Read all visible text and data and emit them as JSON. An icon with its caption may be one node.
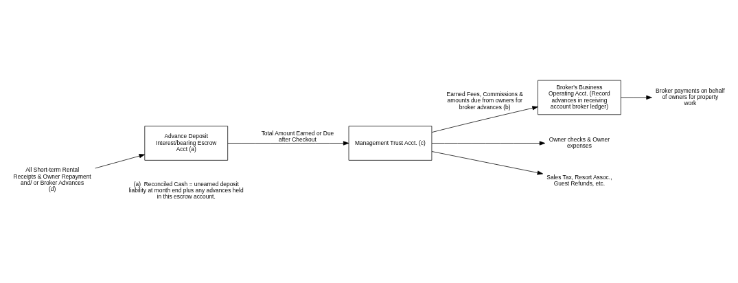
{
  "diagram": {
    "nodes": [
      {
        "text": [
          "Advance Deposit Interest/bearing Escrow Acct (a)"
        ]
      },
      {
        "text": [
          "Management Trust Acct. (c)"
        ]
      },
      {
        "text": [
          "Broker's Business Operating Acct. (Record advances in receiving account broker ledger)"
        ]
      },
      {
        "text": [
          "All Short-term Rental Receipts & Owner Repayment and/ or Broker Advances (d)"
        ]
      },
      {
        "text": [
          "Owner checks & Owner expenses"
        ]
      },
      {
        "text": [
          "Sales Tax, Resort Assoc., Guest Refunds, etc."
        ]
      },
      {
        "text": [
          "Broker payments on behalf of owners for property work"
        ]
      }
    ],
    "edges": [
      {
        "from": 3,
        "to": 0,
        "arrow": "to"
      },
      {
        "from": 0,
        "to": 1,
        "arrow": "to",
        "label": "Total Amount Earned or Due after Checkout"
      },
      {
        "from": 1,
        "to": 4,
        "arrow": "to"
      },
      {
        "from": 1,
        "to": 5,
        "arrow": "to"
      },
      {
        "from": 1,
        "to": 2,
        "arrow": "to",
        "label": "Earned Fees, Commissions & amounts due from owners for broker advances (b)"
      },
      {
        "from": 2,
        "to": 6,
        "arrow": "to"
      }
    ],
    "labels": [
      "(a)  Reconciled Cash = unearned deposit liability at month end plus any advances held in this escrow account."
    ]
  }
}
